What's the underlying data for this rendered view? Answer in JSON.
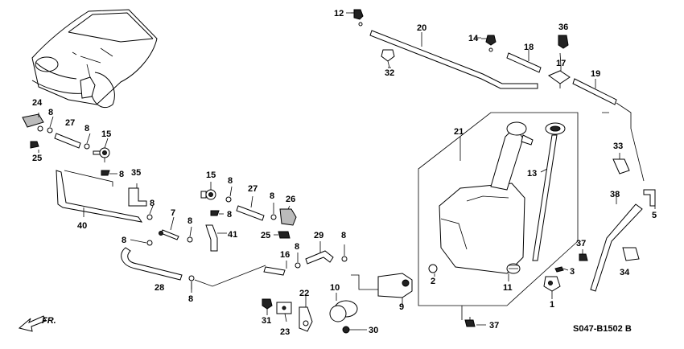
{
  "diagram": {
    "callouts": [
      {
        "id": "c12",
        "text": "12"
      },
      {
        "id": "c20",
        "text": "20"
      },
      {
        "id": "c14",
        "text": "14"
      },
      {
        "id": "c18",
        "text": "18"
      },
      {
        "id": "c36",
        "text": "36"
      },
      {
        "id": "c32",
        "text": "32"
      },
      {
        "id": "c17",
        "text": "17"
      },
      {
        "id": "c19",
        "text": "19"
      },
      {
        "id": "c24",
        "text": "24"
      },
      {
        "id": "c8a",
        "text": "8"
      },
      {
        "id": "c27a",
        "text": "27"
      },
      {
        "id": "c8b",
        "text": "8"
      },
      {
        "id": "c15a",
        "text": "15"
      },
      {
        "id": "c25a",
        "text": "25"
      },
      {
        "id": "c8c",
        "text": "8"
      },
      {
        "id": "c35",
        "text": "35"
      },
      {
        "id": "c8d",
        "text": "8"
      },
      {
        "id": "c40",
        "text": "40"
      },
      {
        "id": "c15b",
        "text": "15"
      },
      {
        "id": "c8e",
        "text": "8"
      },
      {
        "id": "c8f",
        "text": "8"
      },
      {
        "id": "c27b",
        "text": "27"
      },
      {
        "id": "c8g",
        "text": "8"
      },
      {
        "id": "c26",
        "text": "26"
      },
      {
        "id": "c7",
        "text": "7"
      },
      {
        "id": "c8h",
        "text": "8"
      },
      {
        "id": "c41",
        "text": "41"
      },
      {
        "id": "c25b",
        "text": "25"
      },
      {
        "id": "c8i",
        "text": "8"
      },
      {
        "id": "c28",
        "text": "28"
      },
      {
        "id": "c8j",
        "text": "8"
      },
      {
        "id": "c16",
        "text": "16"
      },
      {
        "id": "c8k",
        "text": "8"
      },
      {
        "id": "c29",
        "text": "29"
      },
      {
        "id": "c8l",
        "text": "8"
      },
      {
        "id": "c21",
        "text": "21"
      },
      {
        "id": "c13",
        "text": "13"
      },
      {
        "id": "c33",
        "text": "33"
      },
      {
        "id": "c38",
        "text": "38"
      },
      {
        "id": "c5",
        "text": "5"
      },
      {
        "id": "c37a",
        "text": "37"
      },
      {
        "id": "c34",
        "text": "34"
      },
      {
        "id": "c3",
        "text": "3"
      },
      {
        "id": "c2",
        "text": "2"
      },
      {
        "id": "c11",
        "text": "11"
      },
      {
        "id": "c1",
        "text": "1"
      },
      {
        "id": "c10",
        "text": "10"
      },
      {
        "id": "c9",
        "text": "9"
      },
      {
        "id": "c22",
        "text": "22"
      },
      {
        "id": "c31",
        "text": "31"
      },
      {
        "id": "c23",
        "text": "23"
      },
      {
        "id": "c30",
        "text": "30"
      },
      {
        "id": "c37b",
        "text": "37"
      },
      {
        "id": "c8m",
        "text": "8"
      }
    ],
    "front_label": "FR.",
    "diagram_code": "S047-B1502 B"
  }
}
